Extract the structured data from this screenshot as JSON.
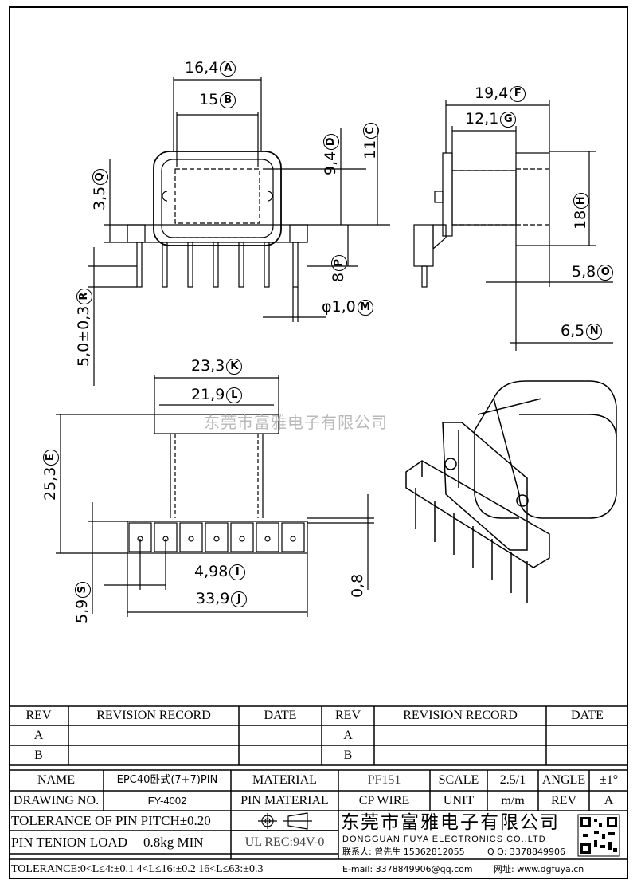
{
  "drawing": {
    "top_view": {
      "A": "16,4",
      "B": "15",
      "C": "11",
      "D": "9,4",
      "P": "8",
      "Q": "3,5",
      "R": "5,0±0,3",
      "M": "φ1,0"
    },
    "side_view": {
      "F": "19,4",
      "G": "12,1",
      "H": "18",
      "O": "5,8",
      "N": "6,5"
    },
    "bottom_view": {
      "K": "23,3",
      "L": "21,9",
      "E": "25,3",
      "I": "4,98",
      "J": "33,9",
      "S": "5,9",
      "T": "0,8"
    },
    "labels": [
      "A",
      "B",
      "C",
      "D",
      "E",
      "F",
      "G",
      "H",
      "I",
      "J",
      "K",
      "L",
      "M",
      "N",
      "O",
      "P",
      "Q",
      "R",
      "S"
    ],
    "watermark": "东莞市富雅电子有限公司"
  },
  "title_block": {
    "revision_headers": {
      "rev": "REV",
      "record": "REVISION RECORD",
      "date": "DATE"
    },
    "revision_rows": [
      "A",
      "B"
    ],
    "name_label": "NAME",
    "name_value": "EPC40卧式(7+7)PIN",
    "material_label": "MATERIAL",
    "material_value": "PF151",
    "scale_label": "SCALE",
    "scale_value": "2.5/1",
    "angle_label": "ANGLE",
    "angle_value": "±1°",
    "drawing_no_label": "DRAWING NO.",
    "drawing_no_value": "FY-4002",
    "pin_material_label": "PIN MATERIAL",
    "pin_material_value": "CP WIRE",
    "unit_label": "UNIT",
    "unit_value": "m/m",
    "rev_label": "REV",
    "rev_value": "A",
    "pin_pitch_tolerance": "TOLERANCE OF PIN PITCH±0.20",
    "pin_tension_label": "PIN TENION LOAD",
    "pin_tension_value": "0.8kg MIN",
    "ul_rec": "UL REC:94V-0",
    "tolerance": "TOLERANCE:0<L≤4:±0.1  4<L≤16:±0.2  16<L≤63:±0.3",
    "company_cn": "东莞市富雅电子有限公司",
    "company_en": "DONGGUAN FUYA ELECTRONICS CO.,LTD",
    "contact": "联系人: 曾先生 15362812055",
    "qq": "Q Q: 3378849906",
    "email": "E-mail: 3378849906@qq.com",
    "website": "网址: www.dgfuya.cn"
  }
}
